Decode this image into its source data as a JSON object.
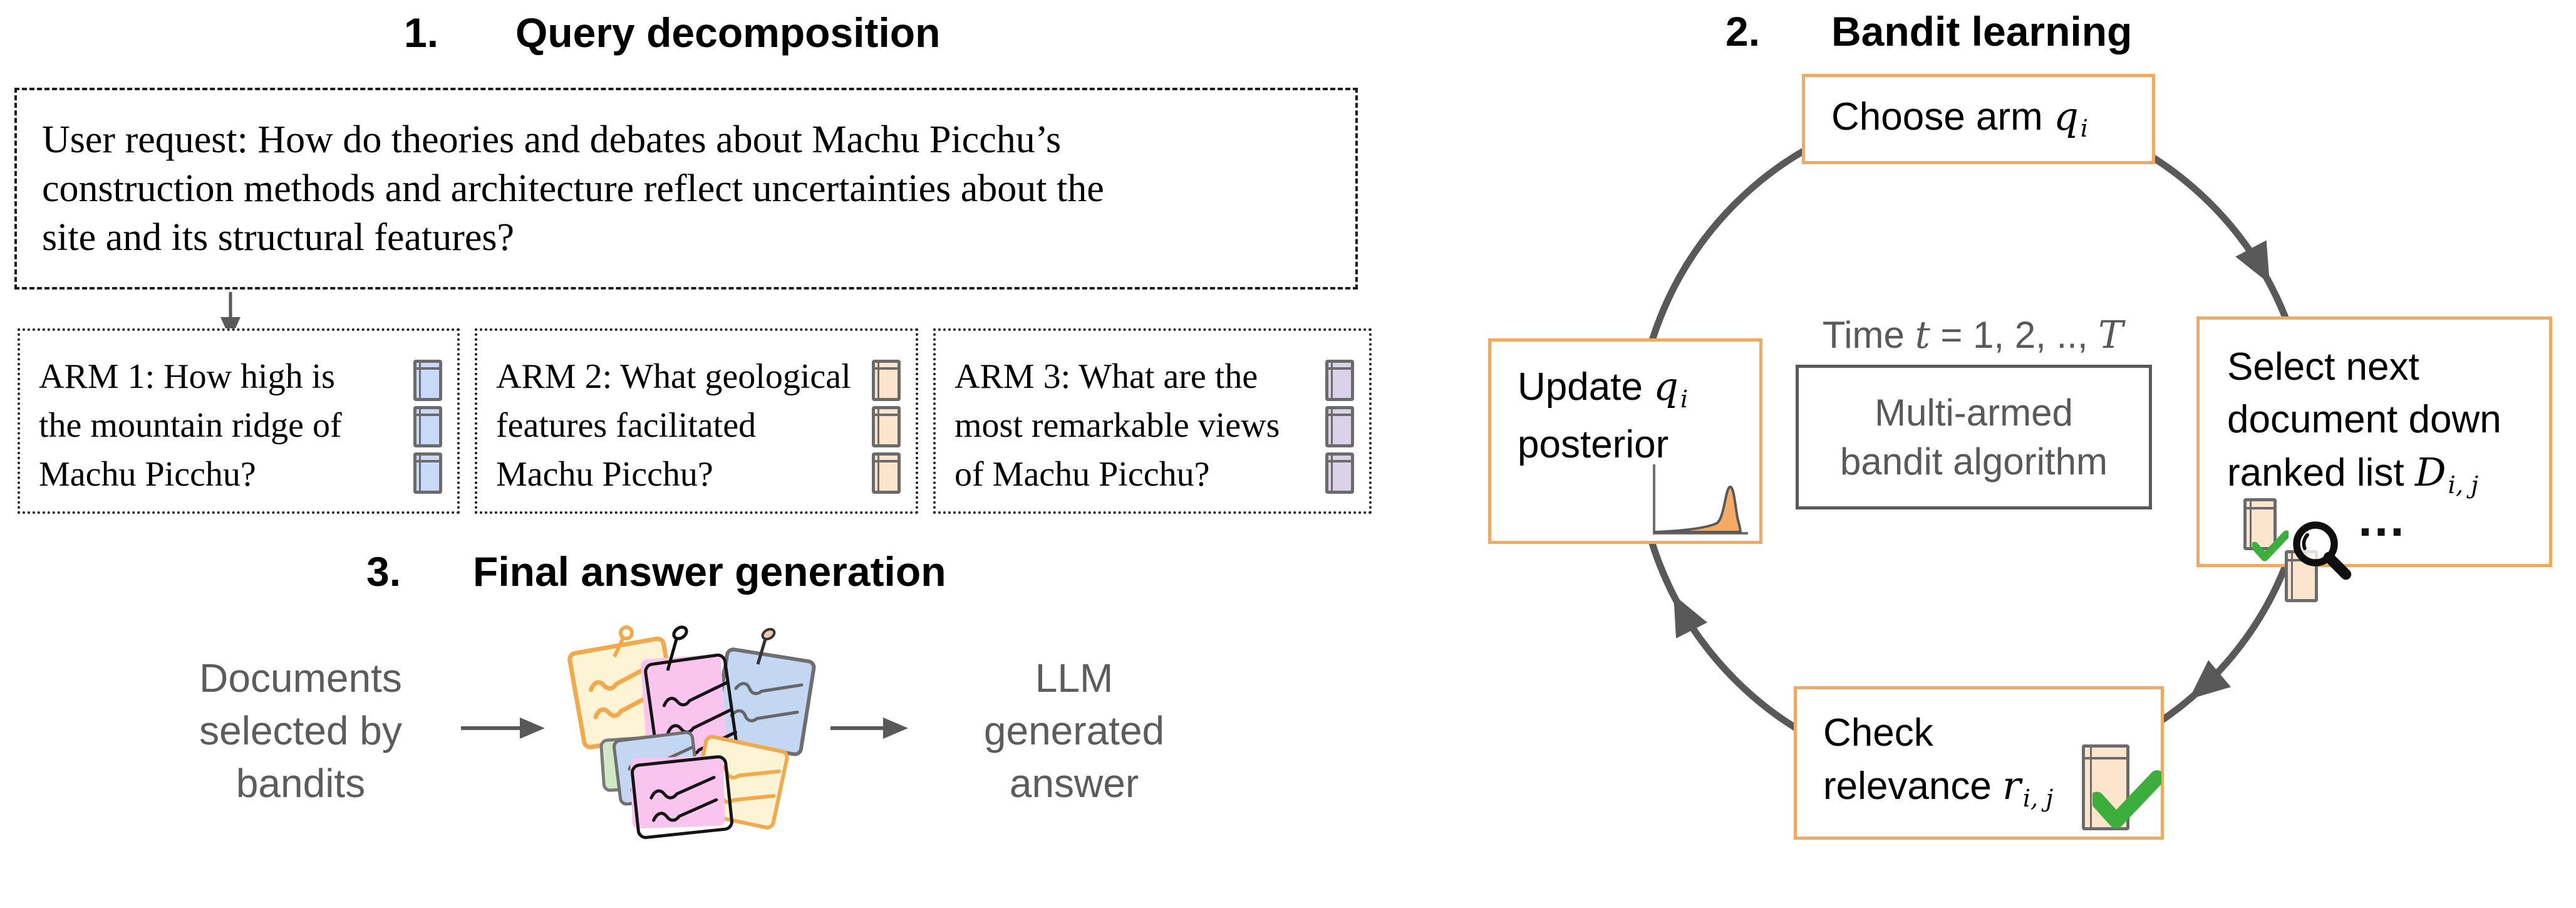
{
  "figure": {
    "sections": [
      {
        "number": "1.",
        "title": "Query decomposition"
      },
      {
        "number": "2.",
        "title": "Bandit learning"
      },
      {
        "number": "3.",
        "title": "Final answer generation"
      }
    ],
    "query_decomposition": {
      "user_request_lines": [
        "User request: How do theories and debates about Machu Picchu’s",
        "construction methods and architecture reflect uncertainties about the",
        "site and its structural features?"
      ],
      "arms": [
        {
          "lines": [
            "ARM 1: How high is",
            "the mountain ridge of",
            "Machu Picchu?"
          ],
          "doc_color": "#c9daf8"
        },
        {
          "lines": [
            "ARM 2: What geological",
            "features facilitated",
            "Machu Picchu?"
          ],
          "doc_color": "#fce5cd"
        },
        {
          "lines": [
            "ARM 3: What are the",
            "most remarkable views",
            "of Machu Picchu?"
          ],
          "doc_color": "#d9d2e9"
        }
      ]
    },
    "bandit_learning": {
      "time_label": {
        "prefix": "Time ",
        "var_t": "t",
        "middle": " = 1, 2, .., ",
        "var_T": "T"
      },
      "algorithm_box_lines": [
        "Multi-armed",
        "bandit algorithm"
      ],
      "choose_box": {
        "text": "Choose arm ",
        "var": "q",
        "sub": "i"
      },
      "select_box": {
        "line1": "Select next",
        "line2": "document down",
        "line3": "ranked list ",
        "var": "D",
        "sub": "i, j",
        "ellipsis": "…"
      },
      "check_box": {
        "line1": "Check",
        "line2": "relevance ",
        "var": "r",
        "sub": "i, j"
      },
      "update_box": {
        "line1": "Update ",
        "var": "q",
        "sub": "i",
        "line2": "posterior"
      }
    },
    "final_answer": {
      "input_label_lines": [
        "Documents",
        "selected by",
        "bandits"
      ],
      "output_label_lines": [
        "LLM",
        "generated",
        "answer"
      ]
    },
    "colors": {
      "accent_orange": "#f2a85f",
      "diagram_gray": "#595959",
      "text_gray": "#5c5c5c",
      "doc_blue": "#c9daf8",
      "doc_tan": "#fce5cd",
      "doc_purple": "#d9d2e9",
      "check_green": "#3cae3c",
      "magnifier_black": "#0f0f0f"
    }
  }
}
